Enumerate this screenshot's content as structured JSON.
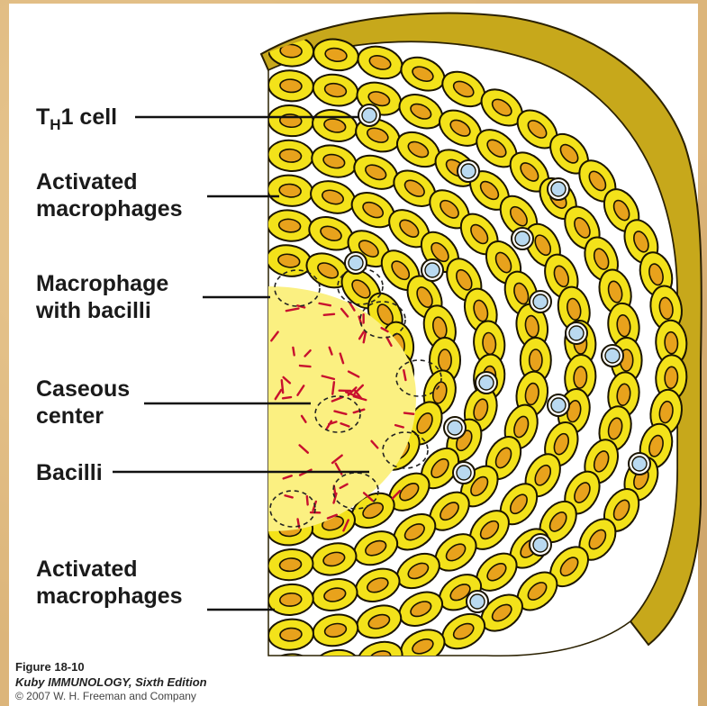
{
  "labels": {
    "th1_main": "T",
    "th1_sub": "H",
    "th1_rest": "1 cell",
    "activated_top": [
      "Activated",
      "macrophages"
    ],
    "macrophage_bacilli": [
      "Macrophage",
      "with bacilli"
    ],
    "caseous": [
      "Caseous",
      "center"
    ],
    "bacilli": "Bacilli",
    "activated_bottom": [
      "Activated",
      "macrophages"
    ]
  },
  "caption": {
    "figure": "Figure 18-10",
    "book": "Kuby IMMUNOLOGY, Sixth Edition",
    "copyright": "© 2007 W. H. Freeman and Company"
  },
  "colors": {
    "cell_fill": "#f3e21a",
    "nucleus_fill": "#e8a21c",
    "top_surface": "#c7a81b",
    "tcell_fill": "#b9d9f0",
    "caseous_fill": "#fbf081",
    "bacilli": "#c8102e"
  }
}
